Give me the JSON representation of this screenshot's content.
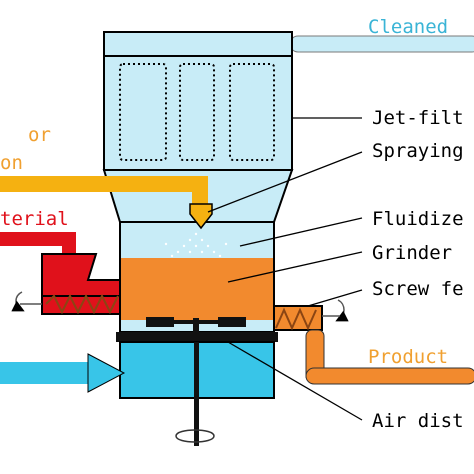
{
  "labels": {
    "cleaned": "Cleaned",
    "jet_filter": "Jet-filt",
    "spraying": "Spraying",
    "fluidized": "Fluidize",
    "grinder": "Grinder",
    "screw_feeder": "Screw fe",
    "product": "Product",
    "air_distributor": "Air dist",
    "material": "terial",
    "or": "or",
    "solution": "on"
  },
  "colors": {
    "vessel_light": "#c8ecf7",
    "vessel_bottom": "#38c5e8",
    "product_bed": "#f28a2e",
    "red_feed": "#e0111b",
    "solution_line": "#f5b111",
    "cleaned_line": "#c8ecf7",
    "air_inlet": "#38c5e8",
    "product_text": "#f0a030",
    "cleaned_text": "#3ab4d6",
    "screw": "#8b4513",
    "outline": "#000000"
  },
  "icons": [
    "rotation-arrow-icon",
    "filter-bag-icon",
    "spray-nozzle-icon",
    "screw-conveyor-icon",
    "grinder-blade-icon"
  ]
}
